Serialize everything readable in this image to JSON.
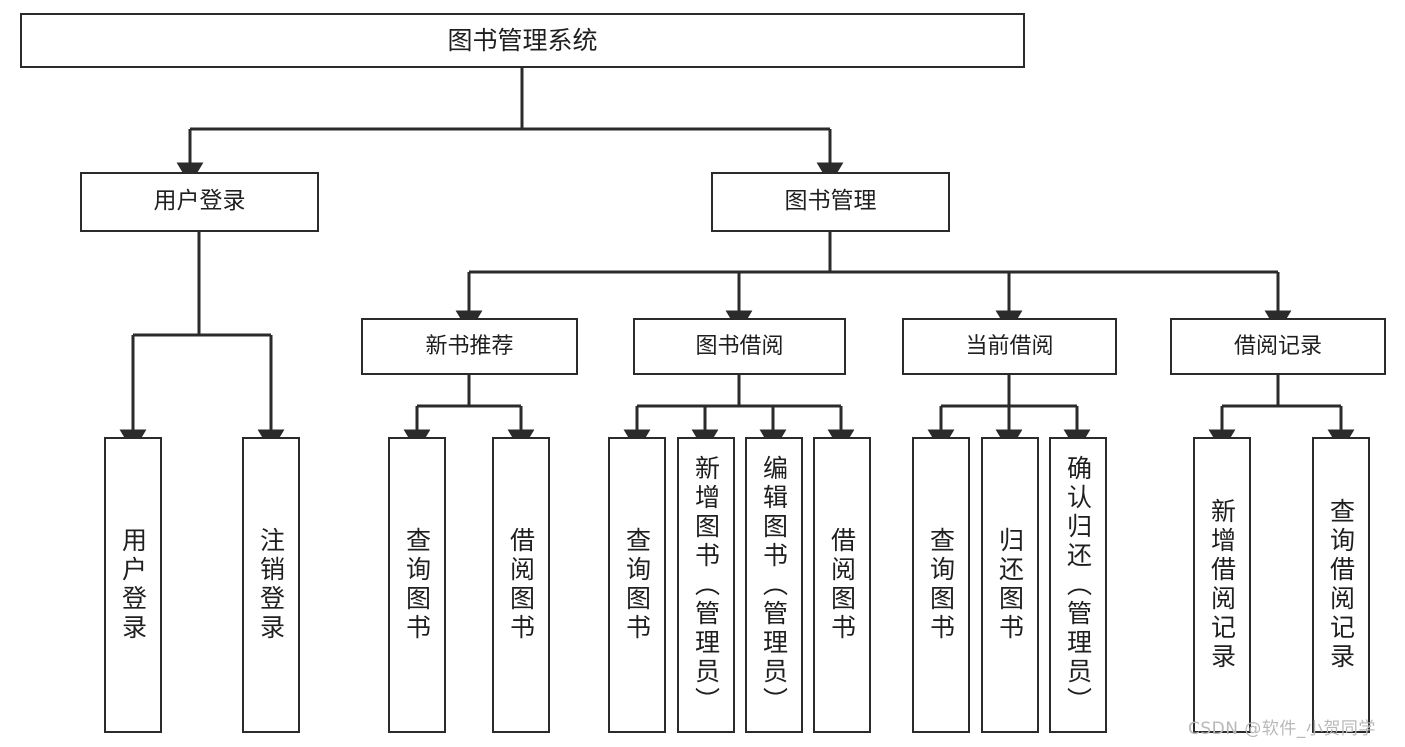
{
  "diagram": {
    "title": "图书管理系统",
    "type": "tree-hierarchy",
    "orientation": "top-down",
    "line_color": "#2b2b2b",
    "text_color": "#1f1f1f",
    "background": "#ffffff",
    "watermark": "CSDN @软件_小贺同学"
  },
  "nodes": {
    "root": {
      "label": "图书管理系统"
    },
    "level1": [
      {
        "label": "用户登录"
      },
      {
        "label": "图书管理"
      }
    ],
    "level2": [
      {
        "label": "新书推荐"
      },
      {
        "label": "图书借阅"
      },
      {
        "label": "当前借阅"
      },
      {
        "label": "借阅记录"
      }
    ],
    "leaves": {
      "user_login": [
        {
          "label": "用户登录"
        },
        {
          "label": "注销登录"
        }
      ],
      "new_book_recommend": [
        {
          "label": "查询图书"
        },
        {
          "label": "借阅图书"
        }
      ],
      "book_borrow": [
        {
          "label": "查询图书"
        },
        {
          "label": "新增图书（管理员）"
        },
        {
          "label": "编辑图书（管理员）"
        },
        {
          "label": "借阅图书"
        }
      ],
      "current_borrow": [
        {
          "label": "查询图书"
        },
        {
          "label": "归还图书"
        },
        {
          "label": "确认归还（管理员）"
        }
      ],
      "borrow_record": [
        {
          "label": "新增借阅记录"
        },
        {
          "label": "查询借阅记录"
        }
      ]
    }
  },
  "edges": [
    {
      "from": "图书管理系统",
      "to": "用户登录"
    },
    {
      "from": "图书管理系统",
      "to": "图书管理"
    },
    {
      "from": "用户登录",
      "to": "用户登录"
    },
    {
      "from": "用户登录",
      "to": "注销登录"
    },
    {
      "from": "图书管理",
      "to": "新书推荐"
    },
    {
      "from": "图书管理",
      "to": "图书借阅"
    },
    {
      "from": "图书管理",
      "to": "当前借阅"
    },
    {
      "from": "图书管理",
      "to": "借阅记录"
    },
    {
      "from": "新书推荐",
      "to": "查询图书"
    },
    {
      "from": "新书推荐",
      "to": "借阅图书"
    },
    {
      "from": "图书借阅",
      "to": "查询图书"
    },
    {
      "from": "图书借阅",
      "to": "新增图书（管理员）"
    },
    {
      "from": "图书借阅",
      "to": "编辑图书（管理员）"
    },
    {
      "from": "图书借阅",
      "to": "借阅图书"
    },
    {
      "from": "当前借阅",
      "to": "查询图书"
    },
    {
      "from": "当前借阅",
      "to": "归还图书"
    },
    {
      "from": "当前借阅",
      "to": "确认归还（管理员）"
    },
    {
      "from": "借阅记录",
      "to": "新增借阅记录"
    },
    {
      "from": "借阅记录",
      "to": "查询借阅记录"
    }
  ]
}
